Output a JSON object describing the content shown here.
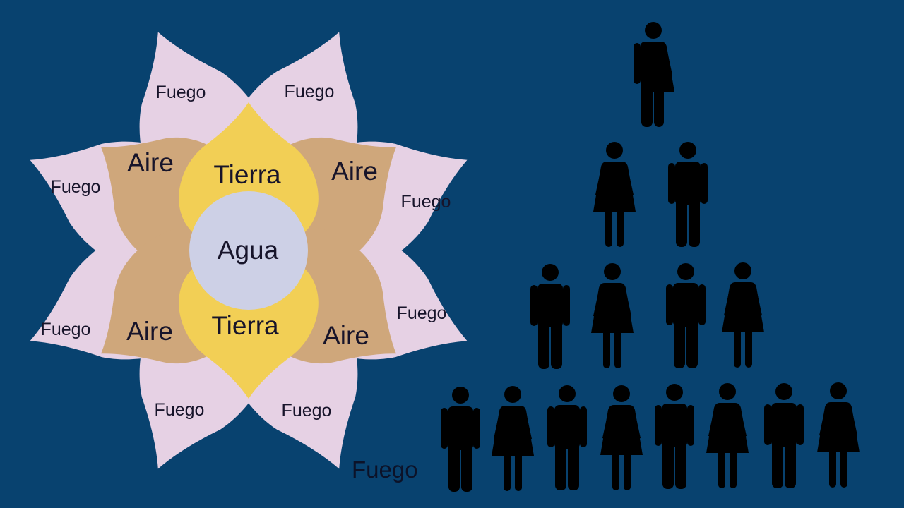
{
  "colors": {
    "background": "#08426f",
    "fuego_petal": "#e6d1e4",
    "aire_petal": "#cfa77b",
    "tierra_petal": "#f2cf55",
    "agua_center": "#cdd0e6",
    "figures": "#000000"
  },
  "flower": {
    "center": "Agua",
    "tierra": [
      "Tierra",
      "Tierra"
    ],
    "aire": [
      "Aire",
      "Aire",
      "Aire",
      "Aire"
    ],
    "fuego": [
      "Fuego",
      "Fuego",
      "Fuego",
      "Fuego",
      "Fuego",
      "Fuego",
      "Fuego",
      "Fuego"
    ]
  },
  "pyramid": {
    "label": "Fuego",
    "rows": [
      [
        "mixed"
      ],
      [
        "female",
        "male"
      ],
      [
        "male",
        "female",
        "male",
        "female"
      ],
      [
        "male",
        "female",
        "male",
        "female",
        "male",
        "female",
        "male",
        "female"
      ]
    ]
  }
}
